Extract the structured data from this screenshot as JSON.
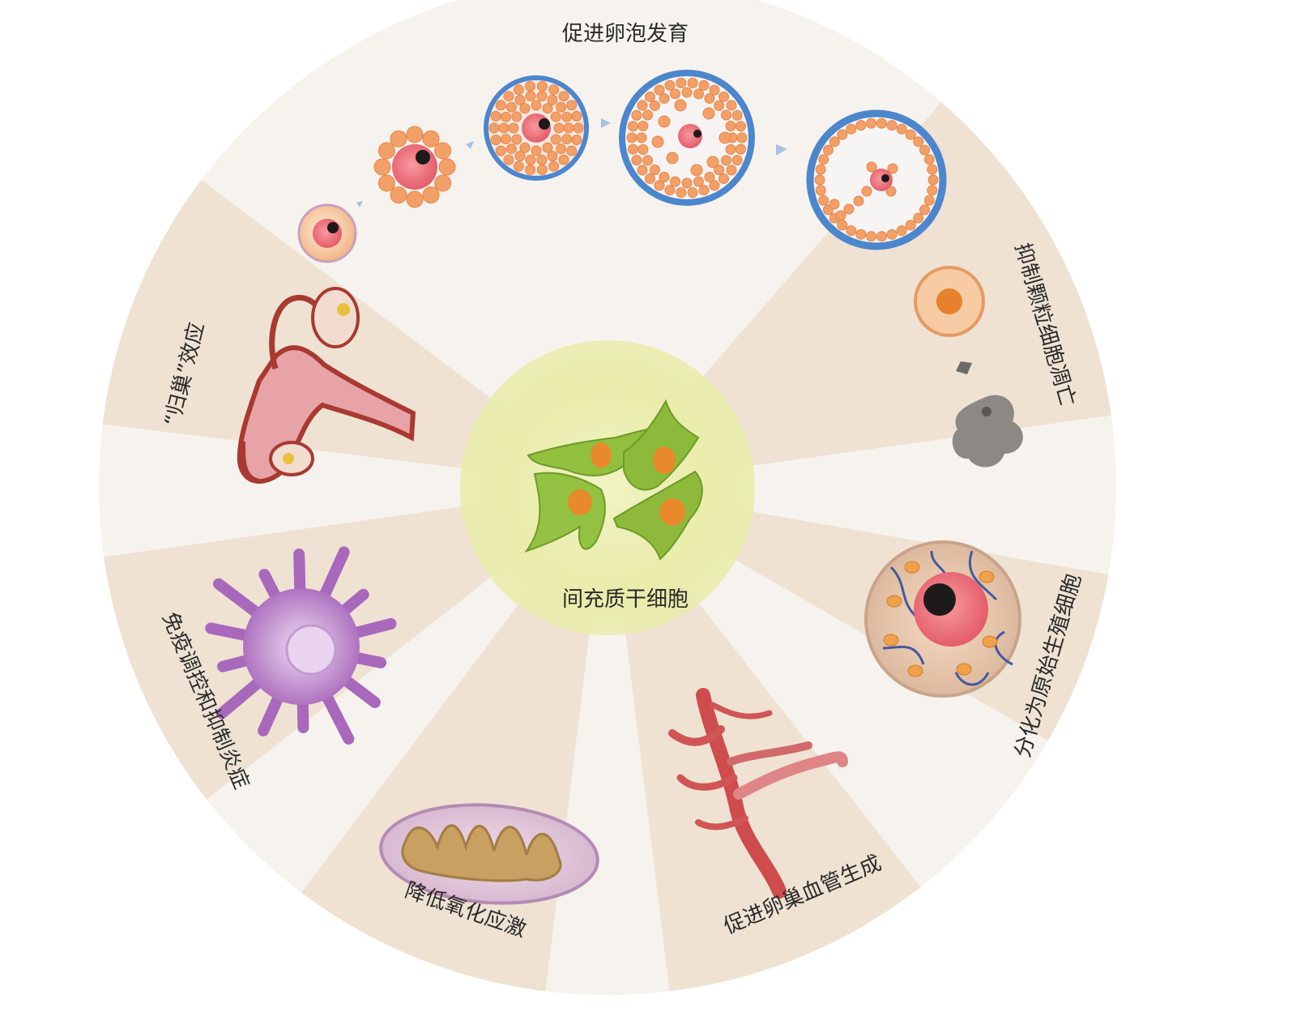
{
  "center": {
    "label": "间充质干细胞"
  },
  "sectors": [
    {
      "id": "follicle",
      "label": "促进卵泡发育"
    },
    {
      "id": "apoptosis",
      "label": "抑制颗粒细胞凋亡"
    },
    {
      "id": "germ",
      "label": "分化为原始生殖细胞"
    },
    {
      "id": "angio",
      "label": "促进卵巢血管生成"
    },
    {
      "id": "oxidative",
      "label": "降低氧化应激"
    },
    {
      "id": "immune",
      "label": "免疫调控和抑制炎症"
    },
    {
      "id": "homing",
      "label": "“归巢”效应"
    }
  ],
  "colors": {
    "disc_light": "#f6f3ee",
    "sector_beige": "#efe2d3",
    "center_glow": "#eef0b6",
    "msc_green": "#8dbb3a",
    "nucleus_orange": "#e88a2c",
    "oocyte_pink": "#ec6d76",
    "granulosa_orange": "#f3a068",
    "theca_blue": "#4c86cc",
    "immune_purple": "#b67fc6",
    "vessel_red": "#cf4c4c",
    "mito_outline": "#c9a6c9",
    "mito_inner": "#c7a062",
    "uterus_red": "#a83a32",
    "dead_cell_grey": "#8d8884"
  }
}
